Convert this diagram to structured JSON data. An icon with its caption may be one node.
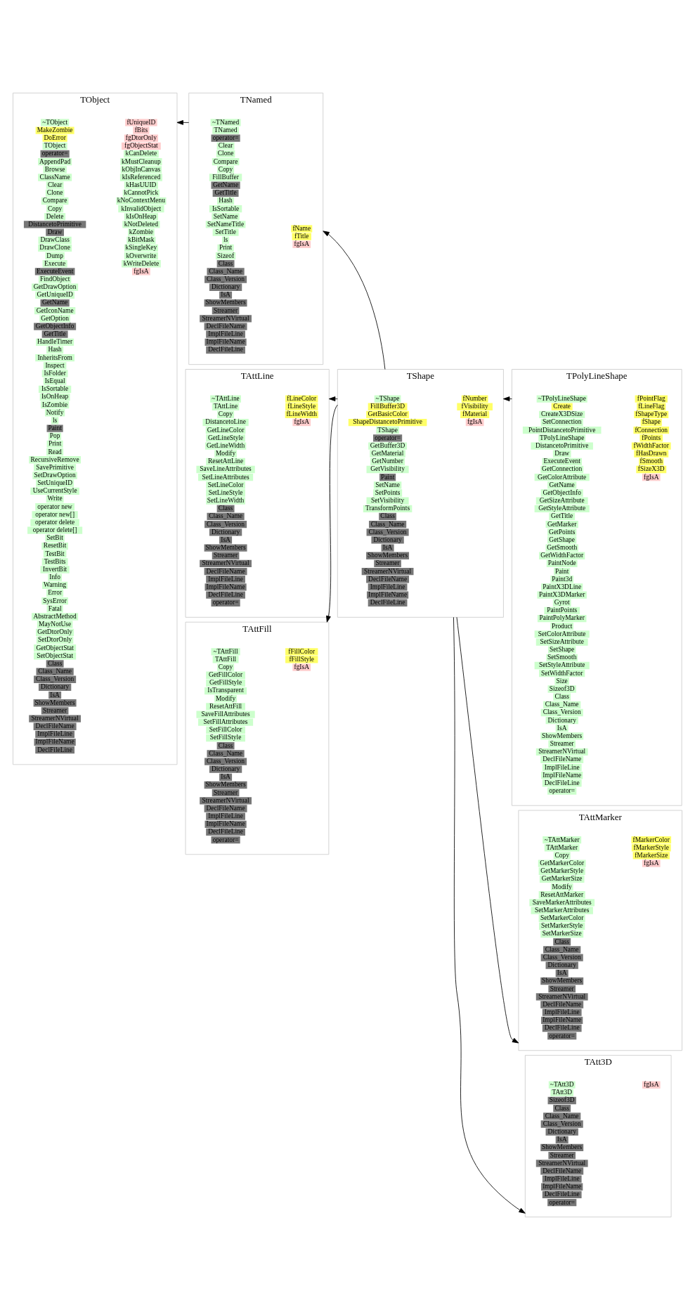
{
  "diagram": {
    "nodes": [
      {
        "text": [
          "TObject"
        ]
      },
      {
        "text": [
          "~TObject"
        ],
        "in": 0
      },
      {
        "text": [
          "MakeZombie"
        ],
        "in": 0
      },
      {
        "text": [
          "DoError"
        ],
        "in": 0
      },
      {
        "text": [
          "TObject"
        ],
        "in": 0
      },
      {
        "text": [
          "operator="
        ],
        "in": 0
      },
      {
        "text": [
          "AppendPad"
        ],
        "in": 0
      },
      {
        "text": [
          "Browse"
        ],
        "in": 0
      },
      {
        "text": [
          "ClassName"
        ],
        "in": 0
      },
      {
        "text": [
          "Clear"
        ],
        "in": 0
      },
      {
        "text": [
          "Clone"
        ],
        "in": 0
      },
      {
        "text": [
          "Compare"
        ],
        "in": 0
      },
      {
        "text": [
          "Copy"
        ],
        "in": 0
      },
      {
        "text": [
          "Delete"
        ],
        "in": 0
      },
      {
        "text": [
          "DistancetoPrimitive"
        ],
        "in": 0
      },
      {
        "text": [
          "Draw"
        ],
        "in": 0
      },
      {
        "text": [
          "DrawClass"
        ],
        "in": 0
      },
      {
        "text": [
          "DrawClone"
        ],
        "in": 0
      },
      {
        "text": [
          "Dump"
        ],
        "in": 0
      },
      {
        "text": [
          "Execute"
        ],
        "in": 0
      },
      {
        "text": [
          "ExecuteEvent"
        ],
        "in": 0
      },
      {
        "text": [
          "FindObject"
        ],
        "in": 0
      },
      {
        "text": [
          "GetDrawOption"
        ],
        "in": 0
      },
      {
        "text": [
          "GetUniqueID"
        ],
        "in": 0
      },
      {
        "text": [
          "GetName"
        ],
        "in": 0
      },
      {
        "text": [
          "GetIconName"
        ],
        "in": 0
      },
      {
        "text": [
          "GetOption"
        ],
        "in": 0
      },
      {
        "text": [
          "GetObjectInfo"
        ],
        "in": 0
      },
      {
        "text": [
          "GetTitle"
        ],
        "in": 0
      },
      {
        "text": [
          "HandleTimer"
        ],
        "in": 0
      },
      {
        "text": [
          "Hash"
        ],
        "in": 0
      },
      {
        "text": [
          "InheritsFrom"
        ],
        "in": 0
      },
      {
        "text": [
          "Inspect"
        ],
        "in": 0
      },
      {
        "text": [
          "IsFolder"
        ],
        "in": 0
      },
      {
        "text": [
          "IsEqual"
        ],
        "in": 0
      },
      {
        "text": [
          "IsSortable"
        ],
        "in": 0
      },
      {
        "text": [
          "IsOnHeap"
        ],
        "in": 0
      },
      {
        "text": [
          "IsZombie"
        ],
        "in": 0
      },
      {
        "text": [
          "Notify"
        ],
        "in": 0
      },
      {
        "text": [
          "ls"
        ],
        "in": 0
      },
      {
        "text": [
          "Paint"
        ],
        "in": 0
      },
      {
        "text": [
          "Pop"
        ],
        "in": 0
      },
      {
        "text": [
          "Print"
        ],
        "in": 0
      },
      {
        "text": [
          "Read"
        ],
        "in": 0
      },
      {
        "text": [
          "RecursiveRemove"
        ],
        "in": 0
      },
      {
        "text": [
          "SavePrimitive"
        ],
        "in": 0
      },
      {
        "text": [
          "SetDrawOption"
        ],
        "in": 0
      },
      {
        "text": [
          "SetUniqueID"
        ],
        "in": 0
      },
      {
        "text": [
          "UseCurrentStyle"
        ],
        "in": 0
      },
      {
        "text": [
          "Write"
        ],
        "in": 0
      },
      {
        "text": [
          "operator new"
        ],
        "in": 0
      },
      {
        "text": [
          "operator new[]"
        ],
        "in": 0
      },
      {
        "text": [
          "operator delete"
        ],
        "in": 0
      },
      {
        "text": [
          "operator delete[]"
        ],
        "in": 0
      },
      {
        "text": [
          "SetBit"
        ],
        "in": 0
      },
      {
        "text": [
          "ResetBit"
        ],
        "in": 0
      },
      {
        "text": [
          "TestBit"
        ],
        "in": 0
      },
      {
        "text": [
          "TestBits"
        ],
        "in": 0
      },
      {
        "text": [
          "InvertBit"
        ],
        "in": 0
      },
      {
        "text": [
          "Info"
        ],
        "in": 0
      },
      {
        "text": [
          "Warning"
        ],
        "in": 0
      },
      {
        "text": [
          "Error"
        ],
        "in": 0
      },
      {
        "text": [
          "SysError"
        ],
        "in": 0
      },
      {
        "text": [
          "Fatal"
        ],
        "in": 0
      },
      {
        "text": [
          "AbstractMethod"
        ],
        "in": 0
      },
      {
        "text": [
          "MayNotUse"
        ],
        "in": 0
      },
      {
        "text": [
          "GetDtorOnly"
        ],
        "in": 0
      },
      {
        "text": [
          "SetDtorOnly"
        ],
        "in": 0
      },
      {
        "text": [
          "GetObjectStat"
        ],
        "in": 0
      },
      {
        "text": [
          "SetObjectStat"
        ],
        "in": 0
      },
      {
        "text": [
          "Class"
        ],
        "in": 0
      },
      {
        "text": [
          "Class_Name"
        ],
        "in": 0
      },
      {
        "text": [
          "Class_Version"
        ],
        "in": 0
      },
      {
        "text": [
          "Dictionary"
        ],
        "in": 0
      },
      {
        "text": [
          "IsA"
        ],
        "in": 0
      },
      {
        "text": [
          "ShowMembers"
        ],
        "in": 0
      },
      {
        "text": [
          "Streamer"
        ],
        "in": 0
      },
      {
        "text": [
          "StreamerNVirtual"
        ],
        "in": 0
      },
      {
        "text": [
          "DeclFileName"
        ],
        "in": 0
      },
      {
        "text": [
          "ImplFileLine"
        ],
        "in": 0
      },
      {
        "text": [
          "ImplFileName"
        ],
        "in": 0
      },
      {
        "text": [
          "DeclFileLine"
        ],
        "in": 0
      },
      {
        "text": [
          "fUniqueID"
        ],
        "in": 0
      },
      {
        "text": [
          "fBits"
        ],
        "in": 0
      },
      {
        "text": [
          "fgDtorOnly"
        ],
        "in": 0
      },
      {
        "text": [
          "fgObjectStat"
        ],
        "in": 0
      },
      {
        "text": [
          "kCanDelete"
        ],
        "in": 0
      },
      {
        "text": [
          "kMustCleanup"
        ],
        "in": 0
      },
      {
        "text": [
          "kObjInCanvas"
        ],
        "in": 0
      },
      {
        "text": [
          "kIsReferenced"
        ],
        "in": 0
      },
      {
        "text": [
          "kHasUUID"
        ],
        "in": 0
      },
      {
        "text": [
          "kCannotPick"
        ],
        "in": 0
      },
      {
        "text": [
          "kNoContextMenu"
        ],
        "in": 0
      },
      {
        "text": [
          "kInvalidObject"
        ],
        "in": 0
      },
      {
        "text": [
          "kIsOnHeap"
        ],
        "in": 0
      },
      {
        "text": [
          "kNotDeleted"
        ],
        "in": 0
      },
      {
        "text": [
          "kZombie"
        ],
        "in": 0
      },
      {
        "text": [
          "kBitMask"
        ],
        "in": 0
      },
      {
        "text": [
          "kSingleKey"
        ],
        "in": 0
      },
      {
        "text": [
          "kOverwrite"
        ],
        "in": 0
      },
      {
        "text": [
          "kWriteDelete"
        ],
        "in": 0
      },
      {
        "text": [
          "fgIsA"
        ],
        "in": 0
      },
      {
        "text": [
          "TNamed"
        ]
      },
      {
        "text": [
          "~TNamed"
        ],
        "in": 102
      },
      {
        "text": [
          "TNamed"
        ],
        "in": 102
      },
      {
        "text": [
          "operator="
        ],
        "in": 102
      },
      {
        "text": [
          "Clear"
        ],
        "in": 102
      },
      {
        "text": [
          "Clone"
        ],
        "in": 102
      },
      {
        "text": [
          "Compare"
        ],
        "in": 102
      },
      {
        "text": [
          "Copy"
        ],
        "in": 102
      },
      {
        "text": [
          "FillBuffer"
        ],
        "in": 102
      },
      {
        "text": [
          "GetName"
        ],
        "in": 102
      },
      {
        "text": [
          "GetTitle"
        ],
        "in": 102
      },
      {
        "text": [
          "Hash"
        ],
        "in": 102
      },
      {
        "text": [
          "IsSortable"
        ],
        "in": 102
      },
      {
        "text": [
          "SetName"
        ],
        "in": 102
      },
      {
        "text": [
          "SetNameTitle"
        ],
        "in": 102
      },
      {
        "text": [
          "SetTitle"
        ],
        "in": 102
      },
      {
        "text": [
          "ls"
        ],
        "in": 102
      },
      {
        "text": [
          "Print"
        ],
        "in": 102
      },
      {
        "text": [
          "Sizeof"
        ],
        "in": 102
      },
      {
        "text": [
          "Class"
        ],
        "in": 102
      },
      {
        "text": [
          "Class_Name"
        ],
        "in": 102
      },
      {
        "text": [
          "Class_Version"
        ],
        "in": 102
      },
      {
        "text": [
          "Dictionary"
        ],
        "in": 102
      },
      {
        "text": [
          "IsA"
        ],
        "in": 102
      },
      {
        "text": [
          "ShowMembers"
        ],
        "in": 102
      },
      {
        "text": [
          "Streamer"
        ],
        "in": 102
      },
      {
        "text": [
          "StreamerNVirtual"
        ],
        "in": 102
      },
      {
        "text": [
          "DeclFileName"
        ],
        "in": 102
      },
      {
        "text": [
          "ImplFileLine"
        ],
        "in": 102
      },
      {
        "text": [
          "ImplFileName"
        ],
        "in": 102
      },
      {
        "text": [
          "DeclFileLine"
        ],
        "in": 102
      },
      {
        "text": [
          "fName"
        ],
        "in": 102
      },
      {
        "text": [
          "fTitle"
        ],
        "in": 102
      },
      {
        "text": [
          "fgIsA"
        ],
        "in": 102
      },
      {
        "text": [
          "TShape"
        ]
      },
      {
        "text": [
          "~TShape"
        ],
        "in": 136
      },
      {
        "text": [
          "FillBuffer3D"
        ],
        "in": 136
      },
      {
        "text": [
          "GetBasicColor"
        ],
        "in": 136
      },
      {
        "text": [
          "ShapeDistancetoPrimitive"
        ],
        "in": 136
      },
      {
        "text": [
          "TShape"
        ],
        "in": 136
      },
      {
        "text": [
          "operator="
        ],
        "in": 136
      },
      {
        "text": [
          "GetBuffer3D"
        ],
        "in": 136
      },
      {
        "text": [
          "GetMaterial"
        ],
        "in": 136
      },
      {
        "text": [
          "GetNumber"
        ],
        "in": 136
      },
      {
        "text": [
          "GetVisibility"
        ],
        "in": 136
      },
      {
        "text": [
          "Paint"
        ],
        "in": 136
      },
      {
        "text": [
          "SetName"
        ],
        "in": 136
      },
      {
        "text": [
          "SetPoints"
        ],
        "in": 136
      },
      {
        "text": [
          "SetVisibility"
        ],
        "in": 136
      },
      {
        "text": [
          "TransformPoints"
        ],
        "in": 136
      },
      {
        "text": [
          "Class"
        ],
        "in": 136
      },
      {
        "text": [
          "Class_Name"
        ],
        "in": 136
      },
      {
        "text": [
          "Class_Version"
        ],
        "in": 136
      },
      {
        "text": [
          "Dictionary"
        ],
        "in": 136
      },
      {
        "text": [
          "IsA"
        ],
        "in": 136
      },
      {
        "text": [
          "ShowMembers"
        ],
        "in": 136
      },
      {
        "text": [
          "Streamer"
        ],
        "in": 136
      },
      {
        "text": [
          "StreamerNVirtual"
        ],
        "in": 136
      },
      {
        "text": [
          "DeclFileName"
        ],
        "in": 136
      },
      {
        "text": [
          "ImplFileLine"
        ],
        "in": 136
      },
      {
        "text": [
          "ImplFileName"
        ],
        "in": 136
      },
      {
        "text": [
          "DeclFileLine"
        ],
        "in": 136
      },
      {
        "text": [
          "fNumber"
        ],
        "in": 136
      },
      {
        "text": [
          "fVisibility"
        ],
        "in": 136
      },
      {
        "text": [
          "fMaterial"
        ],
        "in": 136
      },
      {
        "text": [
          "fgIsA"
        ],
        "in": 136
      },
      {
        "text": [
          "TPolyLineShape"
        ]
      },
      {
        "text": [
          "~TPolyLineShape"
        ],
        "in": 168
      },
      {
        "text": [
          "Create"
        ],
        "in": 168
      },
      {
        "text": [
          "CreateX3DSize"
        ],
        "in": 168
      },
      {
        "text": [
          "SetConnection"
        ],
        "in": 168
      },
      {
        "text": [
          "PointDistancetoPrimitive"
        ],
        "in": 168
      },
      {
        "text": [
          "TPolyLineShape"
        ],
        "in": 168
      },
      {
        "text": [
          "DistancetoPrimitive"
        ],
        "in": 168
      },
      {
        "text": [
          "Draw"
        ],
        "in": 168
      },
      {
        "text": [
          "ExecuteEvent"
        ],
        "in": 168
      },
      {
        "text": [
          "GetConnection"
        ],
        "in": 168
      },
      {
        "text": [
          "GetColorAttribute"
        ],
        "in": 168
      },
      {
        "text": [
          "GetName"
        ],
        "in": 168
      },
      {
        "text": [
          "GetObjectInfo"
        ],
        "in": 168
      },
      {
        "text": [
          "GetSizeAttribute"
        ],
        "in": 168
      },
      {
        "text": [
          "GetStyleAttribute"
        ],
        "in": 168
      },
      {
        "text": [
          "GetTitle"
        ],
        "in": 168
      },
      {
        "text": [
          "GetMarker"
        ],
        "in": 168
      },
      {
        "text": [
          "GetPoints"
        ],
        "in": 168
      },
      {
        "text": [
          "GetShape"
        ],
        "in": 168
      },
      {
        "text": [
          "GetSmooth"
        ],
        "in": 168
      },
      {
        "text": [
          "GetWidthFactor"
        ],
        "in": 168
      },
      {
        "text": [
          "PaintNode"
        ],
        "in": 168
      },
      {
        "text": [
          "Paint"
        ],
        "in": 168
      },
      {
        "text": [
          "Paint3d"
        ],
        "in": 168
      },
      {
        "text": [
          "PaintX3DLine"
        ],
        "in": 168
      },
      {
        "text": [
          "PaintX3DMarker"
        ],
        "in": 168
      },
      {
        "text": [
          "Gyrot"
        ],
        "in": 168
      },
      {
        "text": [
          "PaintPoints"
        ],
        "in": 168
      },
      {
        "text": [
          "PaintPolyMarker"
        ],
        "in": 168
      },
      {
        "text": [
          "Product"
        ],
        "in": 168
      },
      {
        "text": [
          "SetColorAttribute"
        ],
        "in": 168
      },
      {
        "text": [
          "SetSizeAttribute"
        ],
        "in": 168
      },
      {
        "text": [
          "SetShape"
        ],
        "in": 168
      },
      {
        "text": [
          "SetSmooth"
        ],
        "in": 168
      },
      {
        "text": [
          "SetStyleAttribute"
        ],
        "in": 168
      },
      {
        "text": [
          "SetWidthFactor"
        ],
        "in": 168
      },
      {
        "text": [
          "Size"
        ],
        "in": 168
      },
      {
        "text": [
          "Sizeof3D"
        ],
        "in": 168
      },
      {
        "text": [
          "Class"
        ],
        "in": 168
      },
      {
        "text": [
          "Class_Name"
        ],
        "in": 168
      },
      {
        "text": [
          "Class_Version"
        ],
        "in": 168
      },
      {
        "text": [
          "Dictionary"
        ],
        "in": 168
      },
      {
        "text": [
          "IsA"
        ],
        "in": 168
      },
      {
        "text": [
          "ShowMembers"
        ],
        "in": 168
      },
      {
        "text": [
          "Streamer"
        ],
        "in": 168
      },
      {
        "text": [
          "StreamerNVirtual"
        ],
        "in": 168
      },
      {
        "text": [
          "DeclFileName"
        ],
        "in": 168
      },
      {
        "text": [
          "ImplFileLine"
        ],
        "in": 168
      },
      {
        "text": [
          "ImplFileName"
        ],
        "in": 168
      },
      {
        "text": [
          "DeclFileLine"
        ],
        "in": 168
      },
      {
        "text": [
          "operator="
        ],
        "in": 168
      },
      {
        "text": [
          "fPointFlag"
        ],
        "in": 168
      },
      {
        "text": [
          "fLineFlag"
        ],
        "in": 168
      },
      {
        "text": [
          "fShapeType"
        ],
        "in": 168
      },
      {
        "text": [
          "fShape"
        ],
        "in": 168
      },
      {
        "text": [
          "fConnection"
        ],
        "in": 168
      },
      {
        "text": [
          "fPoints"
        ],
        "in": 168
      },
      {
        "text": [
          "fWidthFactor"
        ],
        "in": 168
      },
      {
        "text": [
          "fHasDrawn"
        ],
        "in": 168
      },
      {
        "text": [
          "fSmooth"
        ],
        "in": 168
      },
      {
        "text": [
          "fSizeX3D"
        ],
        "in": 168
      },
      {
        "text": [
          "fgIsA"
        ],
        "in": 168
      },
      {
        "text": [
          "TAttLine"
        ]
      },
      {
        "text": [
          "~TAttLine"
        ],
        "in": 231
      },
      {
        "text": [
          "TAttLine"
        ],
        "in": 231
      },
      {
        "text": [
          "Copy"
        ],
        "in": 231
      },
      {
        "text": [
          "DistancetoLine"
        ],
        "in": 231
      },
      {
        "text": [
          "GetLineColor"
        ],
        "in": 231
      },
      {
        "text": [
          "GetLineStyle"
        ],
        "in": 231
      },
      {
        "text": [
          "GetLineWidth"
        ],
        "in": 231
      },
      {
        "text": [
          "Modify"
        ],
        "in": 231
      },
      {
        "text": [
          "ResetAttLine"
        ],
        "in": 231
      },
      {
        "text": [
          "SaveLineAttributes"
        ],
        "in": 231
      },
      {
        "text": [
          "SetLineAttributes"
        ],
        "in": 231
      },
      {
        "text": [
          "SetLineColor"
        ],
        "in": 231
      },
      {
        "text": [
          "SetLineStyle"
        ],
        "in": 231
      },
      {
        "text": [
          "SetLineWidth"
        ],
        "in": 231
      },
      {
        "text": [
          "Class"
        ],
        "in": 231
      },
      {
        "text": [
          "Class_Name"
        ],
        "in": 231
      },
      {
        "text": [
          "Class_Version"
        ],
        "in": 231
      },
      {
        "text": [
          "Dictionary"
        ],
        "in": 231
      },
      {
        "text": [
          "IsA"
        ],
        "in": 231
      },
      {
        "text": [
          "ShowMembers"
        ],
        "in": 231
      },
      {
        "text": [
          "Streamer"
        ],
        "in": 231
      },
      {
        "text": [
          "StreamerNVirtual"
        ],
        "in": 231
      },
      {
        "text": [
          "DeclFileName"
        ],
        "in": 231
      },
      {
        "text": [
          "ImplFileLine"
        ],
        "in": 231
      },
      {
        "text": [
          "ImplFileName"
        ],
        "in": 231
      },
      {
        "text": [
          "DeclFileLine"
        ],
        "in": 231
      },
      {
        "text": [
          "operator="
        ],
        "in": 231
      },
      {
        "text": [
          "fLineColor"
        ],
        "in": 231
      },
      {
        "text": [
          "fLineStyle"
        ],
        "in": 231
      },
      {
        "text": [
          "fLineWidth"
        ],
        "in": 231
      },
      {
        "text": [
          "fgIsA"
        ],
        "in": 231
      },
      {
        "text": [
          "TAttMarker"
        ]
      },
      {
        "text": [
          "~TAttMarker"
        ],
        "in": 263
      },
      {
        "text": [
          "TAttMarker"
        ],
        "in": 263
      },
      {
        "text": [
          "Copy"
        ],
        "in": 263
      },
      {
        "text": [
          "GetMarkerColor"
        ],
        "in": 263
      },
      {
        "text": [
          "GetMarkerStyle"
        ],
        "in": 263
      },
      {
        "text": [
          "GetMarkerSize"
        ],
        "in": 263
      },
      {
        "text": [
          "Modify"
        ],
        "in": 263
      },
      {
        "text": [
          "ResetAttMarker"
        ],
        "in": 263
      },
      {
        "text": [
          "SaveMarkerAttributes"
        ],
        "in": 263
      },
      {
        "text": [
          "SetMarkerAttributes"
        ],
        "in": 263
      },
      {
        "text": [
          "SetMarkerColor"
        ],
        "in": 263
      },
      {
        "text": [
          "SetMarkerStyle"
        ],
        "in": 263
      },
      {
        "text": [
          "SetMarkerSize"
        ],
        "in": 263
      },
      {
        "text": [
          "Class"
        ],
        "in": 263
      },
      {
        "text": [
          "Class_Name"
        ],
        "in": 263
      },
      {
        "text": [
          "Class_Version"
        ],
        "in": 263
      },
      {
        "text": [
          "Dictionary"
        ],
        "in": 263
      },
      {
        "text": [
          "IsA"
        ],
        "in": 263
      },
      {
        "text": [
          "ShowMembers"
        ],
        "in": 263
      },
      {
        "text": [
          "Streamer"
        ],
        "in": 263
      },
      {
        "text": [
          "StreamerNVirtual"
        ],
        "in": 263
      },
      {
        "text": [
          "DeclFileName"
        ],
        "in": 263
      },
      {
        "text": [
          "ImplFileLine"
        ],
        "in": 263
      },
      {
        "text": [
          "ImplFileName"
        ],
        "in": 263
      },
      {
        "text": [
          "DeclFileLine"
        ],
        "in": 263
      },
      {
        "text": [
          "operator="
        ],
        "in": 263
      },
      {
        "text": [
          "fMarkerColor"
        ],
        "in": 263
      },
      {
        "text": [
          "fMarkerStyle"
        ],
        "in": 263
      },
      {
        "text": [
          "fMarkerSize"
        ],
        "in": 263
      },
      {
        "text": [
          "fgIsA"
        ],
        "in": 263
      },
      {
        "text": [
          "TAttFill"
        ]
      },
      {
        "text": [
          "~TAttFill"
        ],
        "in": 294
      },
      {
        "text": [
          "TAttFill"
        ],
        "in": 294
      },
      {
        "text": [
          "Copy"
        ],
        "in": 294
      },
      {
        "text": [
          "GetFillColor"
        ],
        "in": 294
      },
      {
        "text": [
          "GetFillStyle"
        ],
        "in": 294
      },
      {
        "text": [
          "IsTransparent"
        ],
        "in": 294
      },
      {
        "text": [
          "Modify"
        ],
        "in": 294
      },
      {
        "text": [
          "ResetAttFill"
        ],
        "in": 294
      },
      {
        "text": [
          "SaveFillAttributes"
        ],
        "in": 294
      },
      {
        "text": [
          "SetFillAttributes"
        ],
        "in": 294
      },
      {
        "text": [
          "SetFillColor"
        ],
        "in": 294
      },
      {
        "text": [
          "SetFillStyle"
        ],
        "in": 294
      },
      {
        "text": [
          "Class"
        ],
        "in": 294
      },
      {
        "text": [
          "Class_Name"
        ],
        "in": 294
      },
      {
        "text": [
          "Class_Version"
        ],
        "in": 294
      },
      {
        "text": [
          "Dictionary"
        ],
        "in": 294
      },
      {
        "text": [
          "IsA"
        ],
        "in": 294
      },
      {
        "text": [
          "ShowMembers"
        ],
        "in": 294
      },
      {
        "text": [
          "Streamer"
        ],
        "in": 294
      },
      {
        "text": [
          "StreamerNVirtual"
        ],
        "in": 294
      },
      {
        "text": [
          "DeclFileName"
        ],
        "in": 294
      },
      {
        "text": [
          "ImplFileLine"
        ],
        "in": 294
      },
      {
        "text": [
          "ImplFileName"
        ],
        "in": 294
      },
      {
        "text": [
          "DeclFileLine"
        ],
        "in": 294
      },
      {
        "text": [
          "operator="
        ],
        "in": 294
      },
      {
        "text": [
          "fFillColor"
        ],
        "in": 294
      },
      {
        "text": [
          "fFillStyle"
        ],
        "in": 294
      },
      {
        "text": [
          "fgIsA"
        ],
        "in": 294
      },
      {
        "text": [
          "TAtt3D"
        ]
      },
      {
        "text": [
          "~TAtt3D"
        ],
        "in": 323
      },
      {
        "text": [
          "TAtt3D"
        ],
        "in": 323
      },
      {
        "text": [
          "Sizeof3D"
        ],
        "in": 323
      },
      {
        "text": [
          "Class"
        ],
        "in": 323
      },
      {
        "text": [
          "Class_Name"
        ],
        "in": 323
      },
      {
        "text": [
          "Class_Version"
        ],
        "in": 323
      },
      {
        "text": [
          "Dictionary"
        ],
        "in": 323
      },
      {
        "text": [
          "IsA"
        ],
        "in": 323
      },
      {
        "text": [
          "ShowMembers"
        ],
        "in": 323
      },
      {
        "text": [
          "Streamer"
        ],
        "in": 323
      },
      {
        "text": [
          "StreamerNVirtual"
        ],
        "in": 323
      },
      {
        "text": [
          "DeclFileName"
        ],
        "in": 323
      },
      {
        "text": [
          "ImplFileLine"
        ],
        "in": 323
      },
      {
        "text": [
          "ImplFileName"
        ],
        "in": 323
      },
      {
        "text": [
          "DeclFileLine"
        ],
        "in": 323
      },
      {
        "text": [
          "operator="
        ],
        "in": 323
      },
      {
        "text": [
          "fgIsA"
        ],
        "in": 323
      }
    ],
    "edges": [
      {
        "from": 102,
        "to": 0,
        "arrow": "to"
      },
      {
        "from": 136,
        "to": 102,
        "arrow": "to"
      },
      {
        "from": 136,
        "to": 231,
        "arrow": "to"
      },
      {
        "from": 136,
        "to": 294,
        "arrow": "to"
      },
      {
        "from": 136,
        "to": 323,
        "arrow": "to"
      },
      {
        "from": 136,
        "to": 263,
        "arrow": "to"
      },
      {
        "from": 168,
        "to": 136,
        "arrow": "to"
      }
    ]
  }
}
